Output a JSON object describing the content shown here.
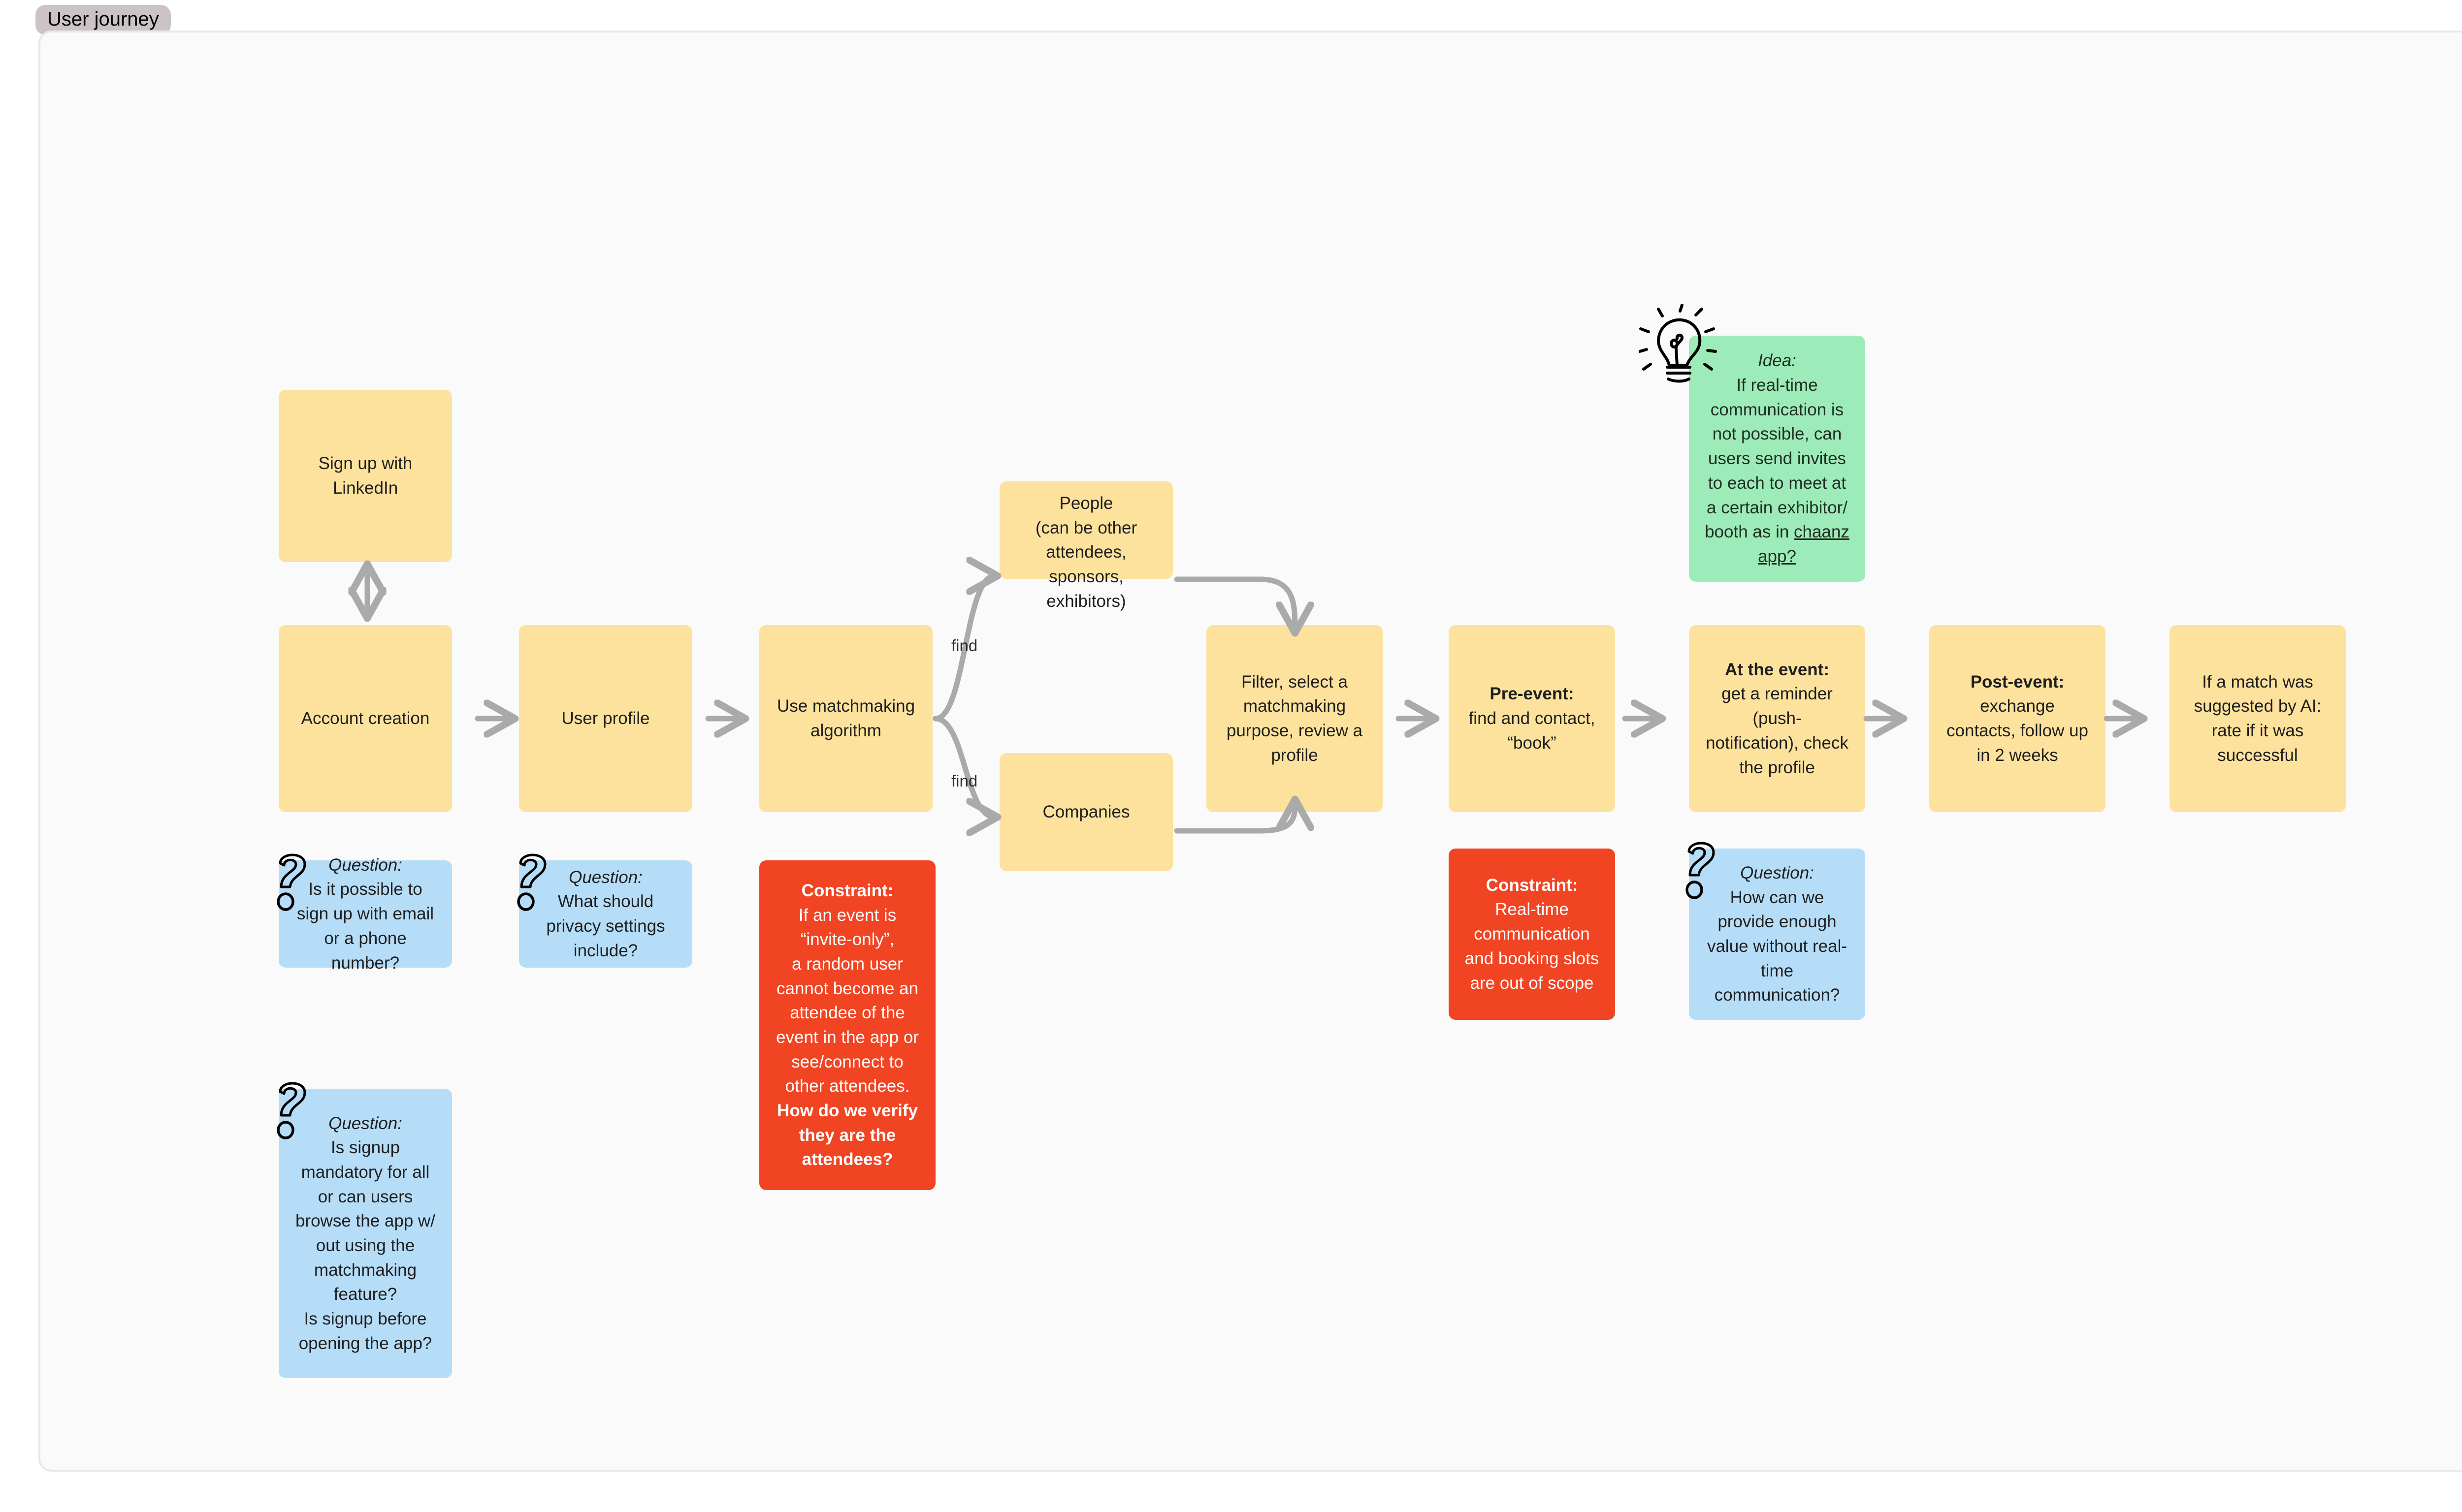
{
  "board": {
    "title": "User journey"
  },
  "colors": {
    "yellow": "#fce29c",
    "blue": "#b6ddf8",
    "red": "#f14423",
    "green": "#9cebb8",
    "arrow": "#aaaaaa",
    "pill": "#ccc4c4",
    "canvas": "#fafafa"
  },
  "nodes": {
    "signup_linkedin": "Sign up with\nLinkedIn",
    "account_creation": "Account creation",
    "user_profile": "User profile",
    "matchmaking": "Use matchmaking\nalgorithm",
    "people": "People\n(can be other\nattendees,\nsponsors,\nexhibitors)",
    "companies": "Companies",
    "filter_select": "Filter, select a\nmatchmaking\npurpose, review a\nprofile",
    "pre_event_label": "Pre-event:",
    "pre_event_body": "find and contact,\n“book”",
    "at_event_label": "At the event:",
    "at_event_body": "get a reminder\n(push-\nnotification), check\nthe profile",
    "post_event_label": "Post-event:",
    "post_event_body": "exchange\ncontacts, follow up\nin 2 weeks",
    "ai_match": "If a match was\nsuggested by AI:\nrate if it was\nsuccessful"
  },
  "edge_labels": {
    "find_people": "find",
    "find_companies": "find"
  },
  "questions": [
    {
      "id": "q-signup-method",
      "label": "Question:",
      "body": "Is it possible to\nsign up with email\nor a phone\nnumber?"
    },
    {
      "id": "q-privacy-settings",
      "label": "Question:",
      "body": "What should\nprivacy settings\ninclude?"
    },
    {
      "id": "q-signup-mandatory",
      "label": "Question:",
      "body": "Is signup\nmandatory for all\nor can users\nbrowse the app w/\nout using the\nmatchmaking\nfeature?\nIs signup before\nopening the app?"
    },
    {
      "id": "q-value-without-realtime",
      "label": "Question:",
      "body": "How can we\nprovide enough\nvalue without real-\ntime\ncommunication?"
    }
  ],
  "constraints": [
    {
      "id": "c-invite-only",
      "label": "Constraint:",
      "body": "If an event is\n“invite-only”,\na random user\ncannot become an\nattendee of the\nevent in the app or\nsee/connect to\nother attendees.",
      "emphasis": "How do we verify\nthey are the\nattendees?"
    },
    {
      "id": "c-realtime-scope",
      "label": "Constraint:",
      "body": "Real-time\ncommunication\nand booking slots\nare out of scope"
    }
  ],
  "ideas": [
    {
      "id": "i-invite-to-booth",
      "label": "Idea:",
      "body_pre": "If real-time\ncommunication is\nnot possible, can\nusers send invites\nto each to meet at\na certain exhibitor/\nbooth as in ",
      "body_link": "chaanz\napp?"
    }
  ]
}
